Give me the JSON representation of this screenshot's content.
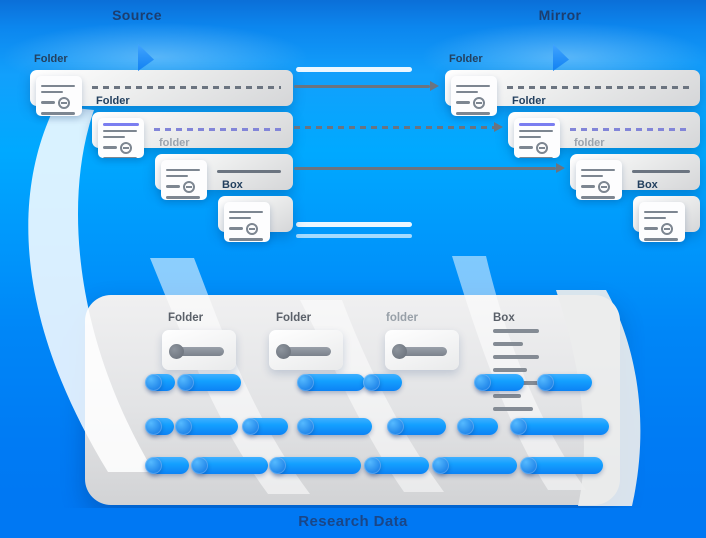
{
  "titles": {
    "left": "Source",
    "right": "Mirror",
    "bottom": "Research Data"
  },
  "panels": {
    "left": {
      "levels": [
        {
          "label": "Folder"
        },
        {
          "label": "Folder"
        },
        {
          "label": "folder"
        },
        {
          "label": "Box"
        }
      ]
    },
    "right": {
      "levels": [
        {
          "label": "Folder"
        },
        {
          "label": "Folder"
        },
        {
          "label": "folder"
        },
        {
          "label": "Box"
        }
      ]
    }
  },
  "bottom_panel": {
    "columns": [
      {
        "header": "Folder"
      },
      {
        "header": "Folder"
      },
      {
        "header": "folder"
      },
      {
        "header": "Box"
      }
    ]
  },
  "colors": {
    "background_top": "#0c86ee",
    "background_bright": "#00a9ff",
    "background_bottom": "#0076f2",
    "footer_band": "#0078f3",
    "pill_blue": "#14a0ff",
    "pill_knob_blue": "#0a6fe0",
    "accent_purple": "#7a7df0",
    "connector_gray": "#6b7480",
    "label_navy": "#1c3e70",
    "card_gray": "#d5d6d8"
  }
}
